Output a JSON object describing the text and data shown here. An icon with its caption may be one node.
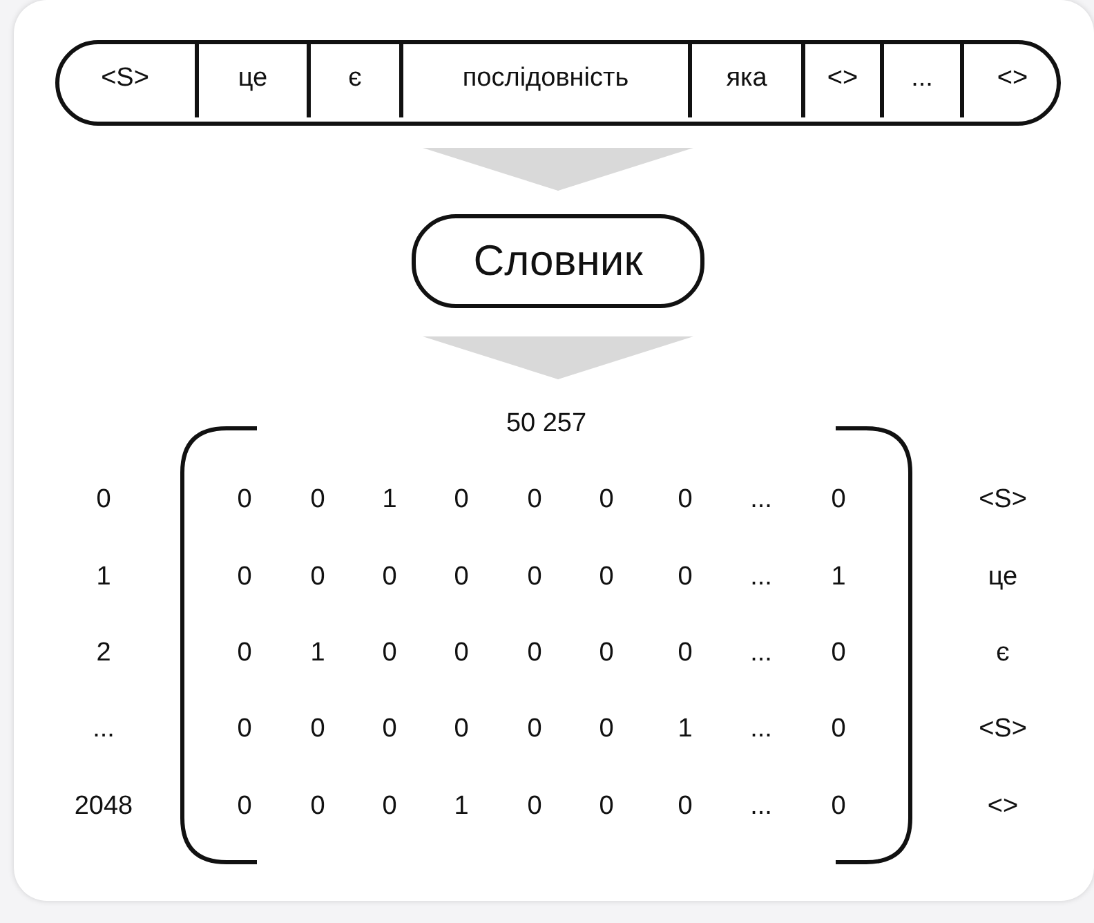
{
  "diagram": {
    "nodes": [
      {
        "text": [],
        "shape": "box"
      },
      {
        "text": [
          "<S>"
        ],
        "in": 0
      },
      {
        "text": [
          "це"
        ],
        "in": 0
      },
      {
        "text": [
          "є"
        ],
        "in": 0
      },
      {
        "text": [
          "послідовність"
        ],
        "in": 0
      },
      {
        "text": [
          "яка"
        ],
        "in": 0
      },
      {
        "text": [
          "<>"
        ],
        "in": 0
      },
      {
        "text": [
          "..."
        ],
        "in": 0
      },
      {
        "text": [
          "<>"
        ],
        "in": 0
      },
      {
        "text": [
          "Словник"
        ]
      },
      {
        "text": [
          "50 257"
        ]
      }
    ],
    "edges": [
      {
        "from": 0,
        "to": 9,
        "arrow": "to"
      },
      {
        "from": 9,
        "to": 10,
        "arrow": "to"
      }
    ],
    "labels": [
      "0",
      "0",
      "0",
      "1",
      "0",
      "0",
      "0",
      "0",
      "...",
      "0",
      "<S>",
      "1",
      "0",
      "0",
      "0",
      "0",
      "0",
      "0",
      "0",
      "...",
      "1",
      "це",
      "2",
      "0",
      "1",
      "0",
      "0",
      "0",
      "0",
      "0",
      "...",
      "0",
      "є",
      "...",
      "0",
      "0",
      "0",
      "0",
      "0",
      "0",
      "1",
      "...",
      "0",
      "<S>",
      "2048",
      "0",
      "0",
      "0",
      "1",
      "0",
      "0",
      "0",
      "...",
      "0",
      "<>"
    ]
  }
}
